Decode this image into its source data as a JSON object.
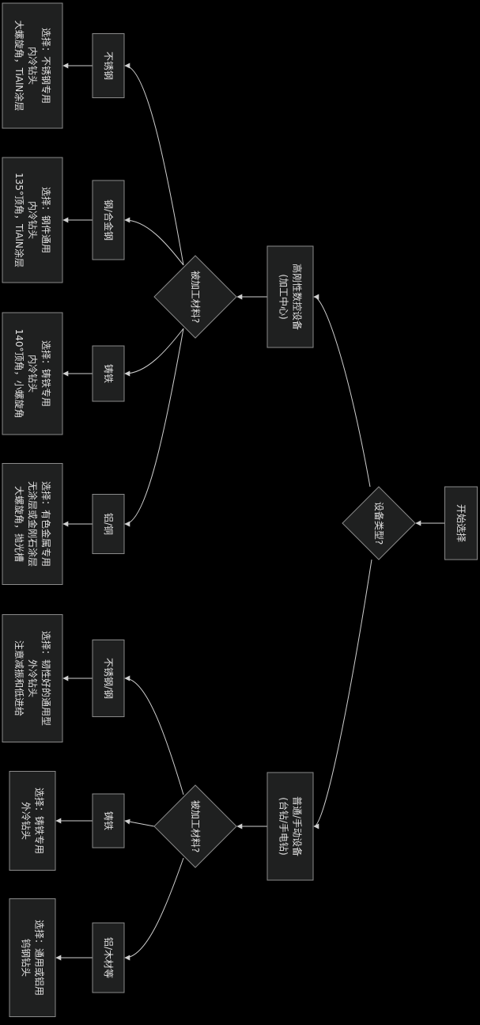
{
  "flowchart": {
    "start": "开始选择",
    "device_question": "设备类型?",
    "branches": [
      {
        "device": [
          "高刚性数控设备",
          "(加工中心)"
        ],
        "material_question": "被加工材料?",
        "materials": [
          {
            "material": "不锈钢",
            "result": [
              "选择：不锈钢专用",
              "内冷钻头",
              "大螺旋角，TiAlN涂层"
            ]
          },
          {
            "material": "钢/合金钢",
            "result": [
              "选择：钢件通用",
              "内冷钻头",
              "135°顶角，TiAlN涂层"
            ]
          },
          {
            "material": "铸铁",
            "result": [
              "选择：铸铁专用",
              "内冷钻头",
              "140°顶角，小螺旋角"
            ]
          },
          {
            "material": "铝/铜",
            "result": [
              "选择：有色金属专用",
              "无涂层或金刚石涂层",
              "大螺旋角，抛光槽"
            ]
          }
        ]
      },
      {
        "device": [
          "普通/手动设备",
          "(台钻/手电钻)"
        ],
        "material_question": "被加工材料?",
        "materials": [
          {
            "material": "不锈钢/钢",
            "result": [
              "选择：韧性好的通用型",
              "外冷钻头",
              "注意减振和低进给"
            ]
          },
          {
            "material": "铸铁",
            "result": [
              "选择：铸铁专用",
              "外冷钻头"
            ]
          },
          {
            "material": "铝/木材等",
            "result": [
              "选择：通用或铝用",
              "钨钢钻头"
            ]
          }
        ]
      }
    ]
  }
}
